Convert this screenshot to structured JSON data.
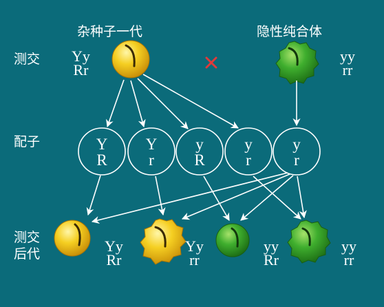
{
  "labels": {
    "hybrid_f1": "杂种子一代",
    "recessive_homozygote": "隐性纯合体",
    "testcross": "测交",
    "gametes": "配子",
    "offspring_line1": "测交",
    "offspring_line2": "后代",
    "cross_symbol": "×"
  },
  "parents": {
    "hybrid": {
      "genotype_line1": "Yy",
      "genotype_line2": "Rr",
      "seed": "yellow-round"
    },
    "recessive": {
      "genotype_line1": "yy",
      "genotype_line2": "rr",
      "seed": "green-wrinkled"
    }
  },
  "gametes": [
    {
      "line1": "Y",
      "line2": "R"
    },
    {
      "line1": "Y",
      "line2": "r"
    },
    {
      "line1": "y",
      "line2": "R"
    },
    {
      "line1": "y",
      "line2": "r"
    },
    {
      "line1": "y",
      "line2": "r"
    }
  ],
  "offspring": [
    {
      "line1": "Yy",
      "line2": "Rr",
      "seed": "yellow-round"
    },
    {
      "line1": "Yy",
      "line2": "rr",
      "seed": "yellow-wrinkled"
    },
    {
      "line1": "yy",
      "line2": "Rr",
      "seed": "green-round"
    },
    {
      "line1": "yy",
      "line2": "rr",
      "seed": "green-wrinkled"
    }
  ],
  "colors": {
    "background": "#0b6b7a",
    "yellow": "#f3c21a",
    "green": "#3aa82b",
    "line": "#ffffff",
    "cross": "#e03a3a"
  }
}
